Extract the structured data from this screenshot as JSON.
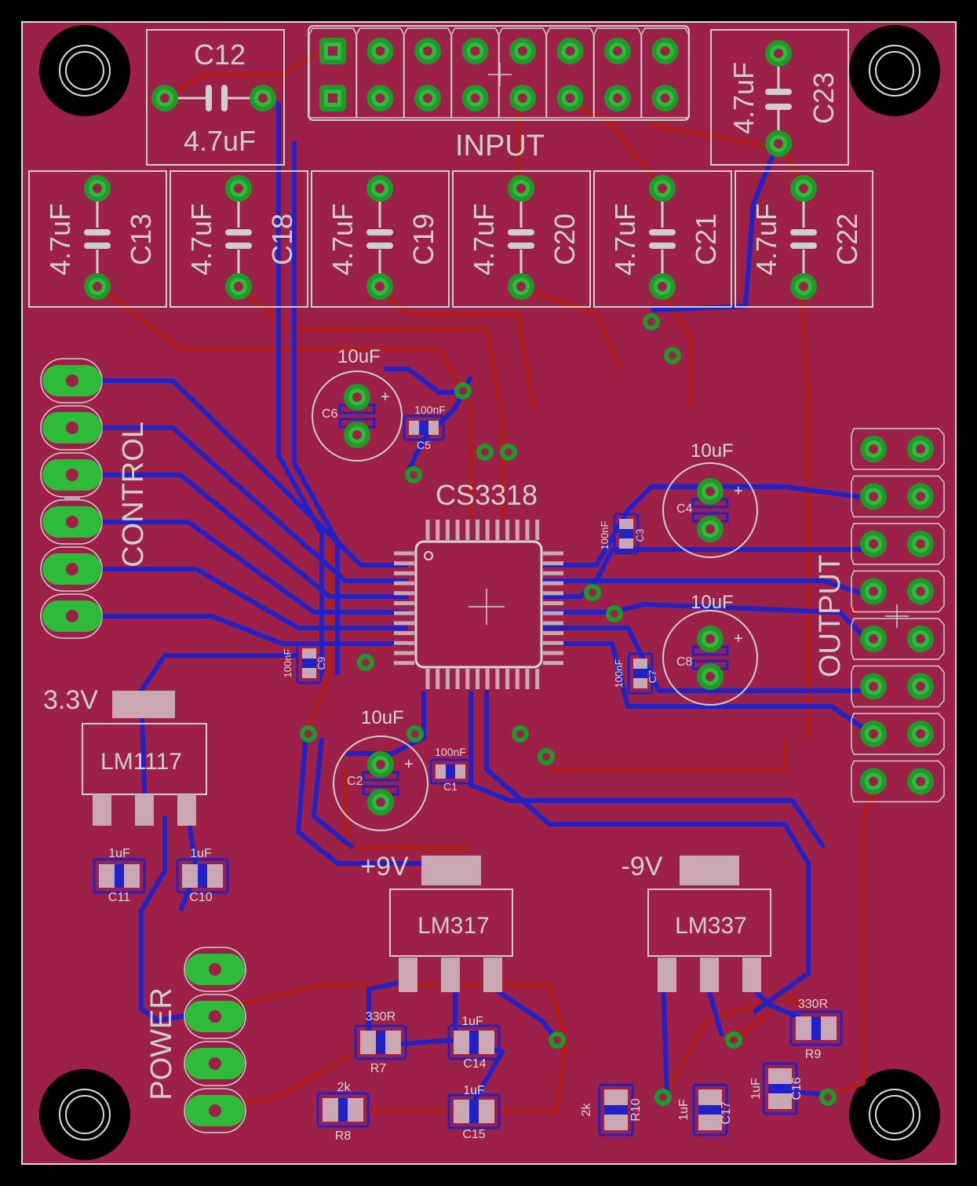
{
  "colors": {
    "board": "#9c2048",
    "outline": "#d9d9d9",
    "top_trace": "#b01d1d",
    "bottom_trace": "#1e22c8",
    "pad_ring": "#1f9a2a",
    "pad_copper": "#2dbb3a",
    "silk": "#cfcfcf",
    "smd_pad": "#c9a7b3"
  },
  "labels": {
    "chip": "CS3318",
    "input_header": "INPUT",
    "output_header": "OUTPUT",
    "control_header": "CONTROL",
    "power_header": "POWER",
    "rail_3v3": "3.3V",
    "rail_p9": "+9V",
    "rail_m9": "-9V"
  },
  "regulators": [
    {
      "ref": "U_3V3",
      "part": "LM1117"
    },
    {
      "ref": "U_P9",
      "part": "LM317"
    },
    {
      "ref": "U_M9",
      "part": "LM337"
    }
  ],
  "film_caps": [
    {
      "ref": "C12",
      "value": "4.7uF"
    },
    {
      "ref": "C23",
      "value": "4.7uF"
    },
    {
      "ref": "C13",
      "value": "4.7uF"
    },
    {
      "ref": "C18",
      "value": "4.7uF"
    },
    {
      "ref": "C19",
      "value": "4.7uF"
    },
    {
      "ref": "C20",
      "value": "4.7uF"
    },
    {
      "ref": "C21",
      "value": "4.7uF"
    },
    {
      "ref": "C22",
      "value": "4.7uF"
    }
  ],
  "electrolytics": [
    {
      "ref": "C6",
      "value": "10uF"
    },
    {
      "ref": "C4",
      "value": "10uF"
    },
    {
      "ref": "C8",
      "value": "10uF"
    },
    {
      "ref": "C2",
      "value": "10uF"
    }
  ],
  "smd_parts": [
    {
      "ref": "C5",
      "value": "100nF"
    },
    {
      "ref": "C3",
      "value": "100nF"
    },
    {
      "ref": "C9",
      "value": "100nF"
    },
    {
      "ref": "C7",
      "value": "100nF"
    },
    {
      "ref": "C1",
      "value": "100nF"
    },
    {
      "ref": "C11",
      "value": "1uF"
    },
    {
      "ref": "C10",
      "value": "1uF"
    },
    {
      "ref": "R7",
      "value": "330R"
    },
    {
      "ref": "C14",
      "value": "1uF"
    },
    {
      "ref": "R8",
      "value": "2k"
    },
    {
      "ref": "C15",
      "value": "1uF"
    },
    {
      "ref": "R9",
      "value": "330R"
    },
    {
      "ref": "C16",
      "value": "1uF"
    },
    {
      "ref": "R10",
      "value": "2k"
    },
    {
      "ref": "C17",
      "value": "1uF"
    }
  ]
}
